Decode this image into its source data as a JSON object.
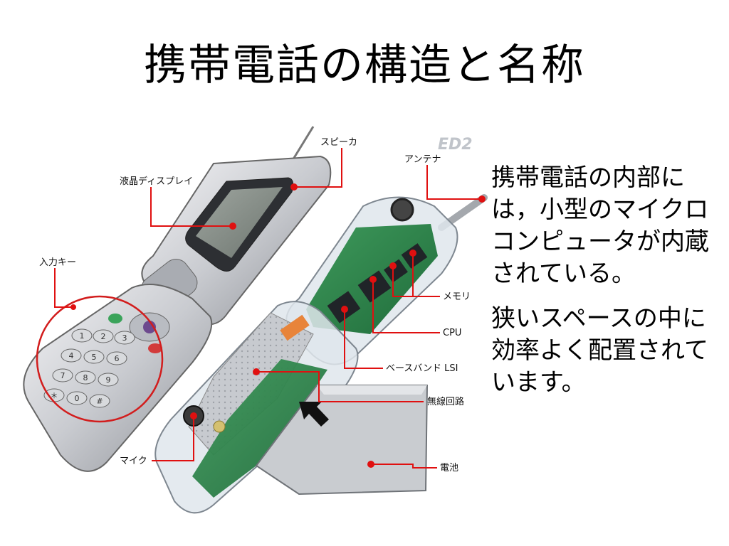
{
  "title": "携帯電話の構造と名称",
  "side_text": {
    "paragraph1": "携帯電話の内部には，小型のマイクロコンピュータが内蔵されている。",
    "paragraph2": "狭いスペースの中に効率よく配置されています。"
  },
  "diagram": {
    "watermark": "ED2",
    "labels": {
      "speaker": "スピーカ",
      "antenna": "アンテナ",
      "lcd": "液晶ディスプレイ",
      "input_keys": "入力キー",
      "memory": "メモリ",
      "cpu": "CPU",
      "baseband": "ベースバンド LSI",
      "radio": "無線回路",
      "mic": "マイク",
      "battery": "電池"
    },
    "keypad_keys": [
      "1",
      "2",
      "3",
      "4",
      "5",
      "6",
      "7",
      "8",
      "9",
      "＊",
      "0",
      "#"
    ]
  }
}
